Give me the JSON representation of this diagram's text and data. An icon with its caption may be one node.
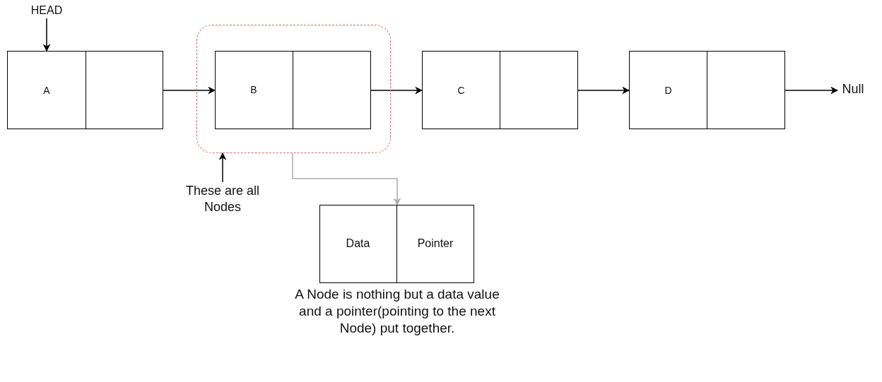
{
  "diagram": {
    "nodes": [
      {
        "text": [
          "HEAD"
        ]
      },
      {
        "text": [
          "A"
        ]
      },
      {
        "text": [],
        "shape": "box"
      },
      {
        "text": [],
        "shape": "box"
      },
      {
        "text": [
          "B"
        ],
        "in": 3
      },
      {
        "text": [],
        "shape": "box",
        "in": 3
      },
      {
        "text": [
          "C"
        ]
      },
      {
        "text": [],
        "shape": "box"
      },
      {
        "text": [
          "D"
        ]
      },
      {
        "text": [],
        "shape": "box"
      },
      {
        "text": [
          "Null"
        ]
      },
      {
        "text": [
          "These are all Nodes"
        ]
      },
      {
        "text": [],
        "shape": "box"
      },
      {
        "text": [
          "Data"
        ],
        "in": 12
      },
      {
        "text": [
          "Pointer"
        ],
        "in": 12
      }
    ],
    "edges": [
      {
        "from": 0,
        "to": 1,
        "arrow": "to"
      },
      {
        "from": 2,
        "to": 4,
        "arrow": "to"
      },
      {
        "from": 5,
        "to": 6,
        "arrow": "to"
      },
      {
        "from": 7,
        "to": 8,
        "arrow": "to"
      },
      {
        "from": 9,
        "to": 10,
        "arrow": "to"
      },
      {
        "from": 11,
        "to": 3,
        "arrow": "to"
      },
      {
        "from": 3,
        "to": 12,
        "arrow": "to",
        "color": "#aaaaaa"
      }
    ],
    "labels": [
      "A Node is nothing but a data value and a pointer(pointing to the next Node) put together."
    ]
  }
}
